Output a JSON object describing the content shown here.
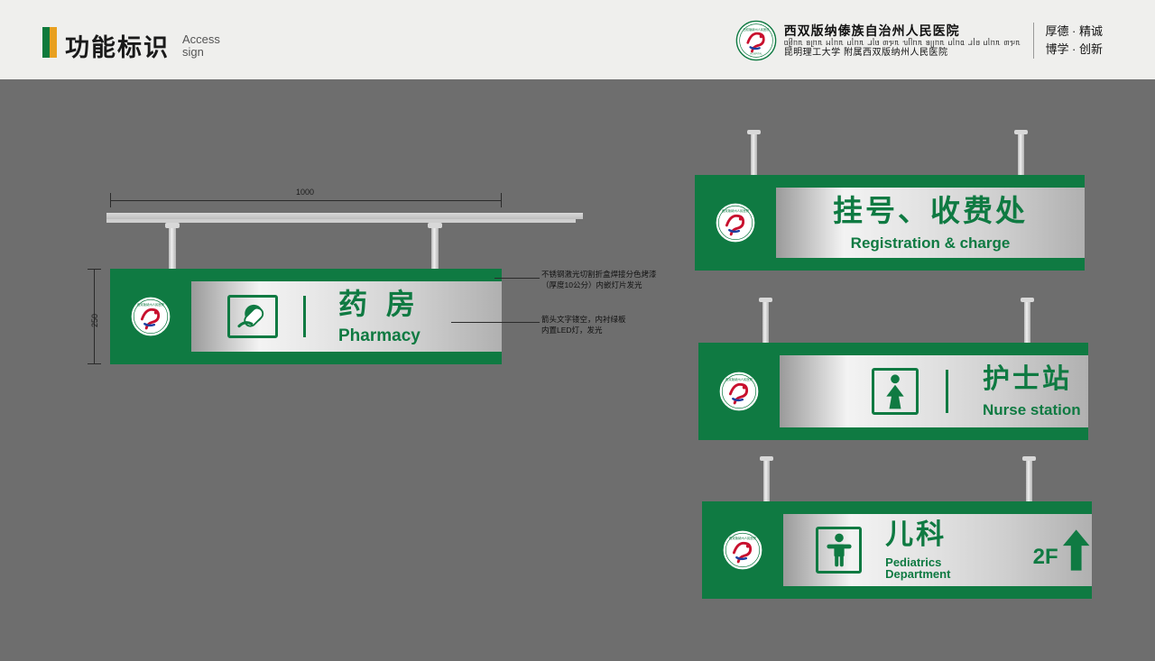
{
  "header": {
    "title": "功能标识",
    "subtitle_line1": "Access",
    "subtitle_line2": "sign",
    "hospital_cn_main": "西双版纳傣族自治州人民医院",
    "hospital_dai": "ᥝᥪᥒᥰ ᥑᥨᥒᥰ ᥕᥣᥒᥰ  ᥙᥣᥒᥰ ᥘᥣᥳ  ᥖᥭᥰ ᥔᥥᥒᥰ  ᥑᥩᥒᥰ ᥙᥣᥒᥲ ᥘᥣᥳ  ᥙᥣᥒᥰ ᥖᥭᥰ",
    "hospital_cn_sub": "昆明理工大学 附属西双版纳州人民医院",
    "slogan_line1": "厚德 · 精诚",
    "slogan_line2": "博学 · 创新",
    "accent_green": "#0e7a3c",
    "accent_orange": "#e8a020"
  },
  "drawing": {
    "width_dim": "1000",
    "height_dim": "250",
    "callout_1": "不锈钢激光切割折盒焊接分色烤漆\n（厚度10公分）内嵌灯片发光",
    "callout_2": "箭头文字镂空，内衬绿板\n内置LED灯，发光"
  },
  "signs": {
    "pharmacy": {
      "cn": "药 房",
      "en": "Pharmacy",
      "icon": "pill-capsule-icon"
    },
    "registration": {
      "cn": "挂号、收费处",
      "en": "Registration & charge",
      "icon": "none"
    },
    "nurse": {
      "cn": "护士站",
      "en": "Nurse station",
      "icon": "nurse-figure-icon"
    },
    "pediatrics": {
      "cn": "儿科",
      "en": "Pediatrics Department",
      "floor": "2F",
      "icon": "child-figure-icon",
      "arrow": "up-arrow-icon"
    }
  },
  "colors": {
    "sign_green": "#0f7a42",
    "page_bg": "#6e6e6e",
    "header_bg": "#efefed"
  }
}
